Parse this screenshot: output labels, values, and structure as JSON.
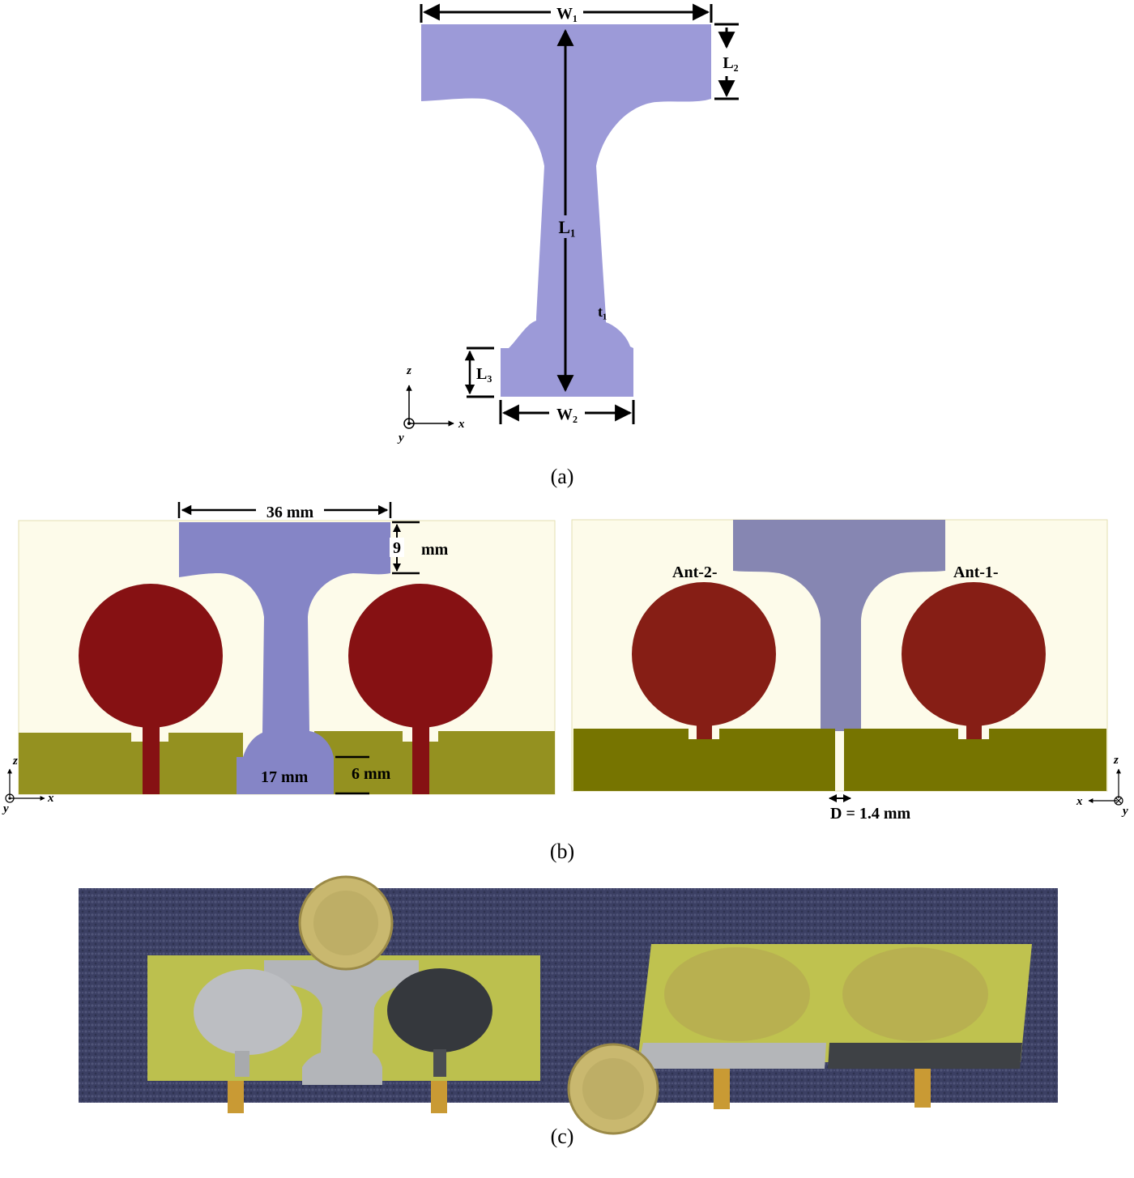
{
  "colors": {
    "t_shape_a": "#9c9ad8",
    "t_shape_b_front": "#8585c6",
    "t_shape_b_back": "#8686b2",
    "substrate": "#fdfbea",
    "ground_front": "#949120",
    "ground_back": "#767400",
    "patch_front": "#861113",
    "patch_back": "#861e15",
    "photo_background": "#3b3f63",
    "pcb": "#bcc04e",
    "metal": "#b6b8bb"
  },
  "panel_a": {
    "caption": "(a)",
    "labels": {
      "w1": "W₁",
      "w2": "W₂",
      "l1": "L₁",
      "l2": "L₂",
      "l3": "L₃",
      "t1": "t₁"
    },
    "axes": {
      "vertical": "z",
      "horizontal": "x",
      "normal": "y"
    }
  },
  "panel_b": {
    "caption": "(b)",
    "front": {
      "dim_top_width": "36 mm",
      "dim_top_height_value": "9",
      "dim_top_height_unit": "mm",
      "dim_bottom_width": "17 mm",
      "dim_bottom_height": "6 mm",
      "axes": {
        "vertical": "z",
        "horizontal": "x",
        "normal": "y"
      }
    },
    "back": {
      "ant_left": "Ant-2-",
      "ant_right": "Ant-1-",
      "gap_label": "D = 1.4 mm",
      "axes": {
        "vertical": "z",
        "horizontal": "x",
        "normal": "y"
      }
    }
  },
  "panel_c": {
    "caption": "(c)"
  }
}
